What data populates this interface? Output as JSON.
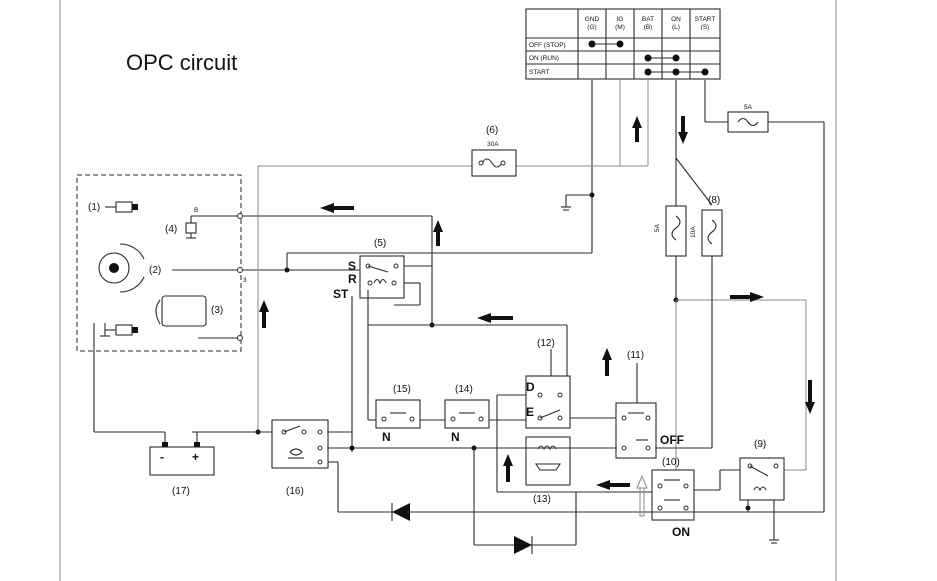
{
  "title": "OPC circuit",
  "switch_table": {
    "columns": [
      {
        "top": "GND",
        "bottom": "(G)"
      },
      {
        "top": "IG",
        "bottom": "(M)"
      },
      {
        "top": "BAT",
        "bottom": "(B)"
      },
      {
        "top": "ON",
        "bottom": "(L)"
      },
      {
        "top": "START",
        "bottom": "(S)"
      }
    ],
    "rows": [
      "OFF (STOP)",
      "ON (RUN)",
      "START"
    ]
  },
  "labels": {
    "c1": "(1)",
    "c2": "(2)",
    "c3": "(3)",
    "c4": "(4)",
    "c5": "(5)",
    "c6": "(6)",
    "c8": "(8)",
    "c9": "(9)",
    "c10": "(10)",
    "c11": "(11)",
    "c12": "(12)",
    "c13": "(13)",
    "c14": "(14)",
    "c15": "(15)",
    "c16": "(16)",
    "c17": "(17)",
    "fuse_30a": "30A",
    "fuse_5a_top": "5A",
    "fuse_5a": "5A",
    "fuse_10a": "10A",
    "wire_b": "B",
    "wire_3": "3",
    "s": "S",
    "r": "R",
    "st": "ST",
    "d": "D",
    "e": "E",
    "n14": "N",
    "n15": "N",
    "off": "OFF",
    "on": "ON",
    "batt_minus": "-",
    "batt_plus": "+"
  }
}
